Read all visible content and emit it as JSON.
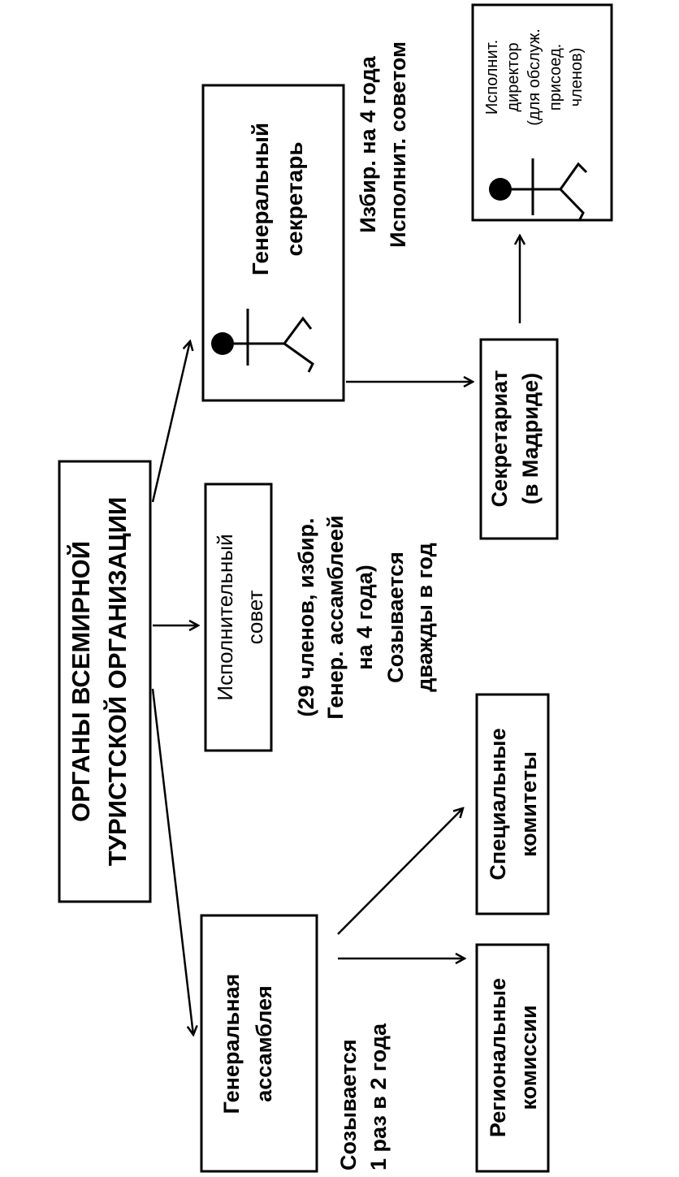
{
  "diagram": {
    "colors": {
      "ink": "#000000",
      "background": "#ffffff"
    },
    "title": [
      "ОРГАНЫ  ВСЕМИРНОЙ",
      "ТУРИСТСКОЙ ОРГАНИЗАЦИИ"
    ],
    "general_assembly": {
      "label": [
        "Генеральная",
        "ассамблея"
      ],
      "note": [
        "Созывается",
        "1 раз в 2 года"
      ]
    },
    "executive_council": {
      "label": [
        "Исполнительный",
        "совет"
      ],
      "note": [
        "(29 членов, избир.",
        "Генер. ассамблеей",
        "на 4 года)",
        "Созывается",
        "дважды в год"
      ]
    },
    "secretary_general": {
      "label": [
        "Генеральный",
        "секретарь"
      ],
      "note": [
        "Избир. на 4 года",
        "Исполнит. советом"
      ],
      "icon": "person-icon"
    },
    "secretariat": {
      "label": [
        "Секретариат",
        "(в Мадриде)"
      ]
    },
    "executive_director": {
      "label": [
        "Исполнит.",
        "директор",
        "(для обслуж.",
        "присоед.",
        "членов)"
      ],
      "icon": "person-icon"
    },
    "special_committees": {
      "label": [
        "Специальные",
        "комитеты"
      ]
    },
    "regional_commissions": {
      "label": [
        "Региональные",
        "комиссии"
      ]
    }
  }
}
